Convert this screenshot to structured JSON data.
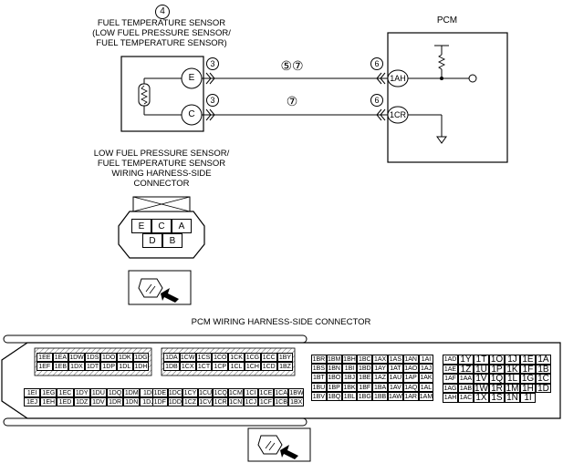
{
  "sensor": {
    "index_mark": "4",
    "label_lines": [
      "FUEL TEMPERATURE SENSOR",
      "(LOW FUEL PRESSURE SENSOR/",
      "FUEL TEMPERATURE SENSOR)"
    ],
    "terminal_top": "E",
    "terminal_bottom": "C",
    "connector_mark_top": "3",
    "connector_mark_bottom": "3"
  },
  "wires": {
    "top_marks": "⑤⑦",
    "bottom_mark": "⑦"
  },
  "pcm": {
    "title": "PCM",
    "connector_mark_top": "6",
    "connector_mark_bottom": "6",
    "terminal_top": "1AH",
    "terminal_bottom": "1CR"
  },
  "harness_connector": {
    "label_lines": [
      "LOW FUEL PRESSURE SENSOR/",
      "FUEL TEMPERATURE SENSOR",
      "WIRING HARNESS-SIDE",
      "CONNECTOR"
    ],
    "pins_top": [
      "E",
      "C",
      "A"
    ],
    "pins_bottom": [
      "D",
      "B"
    ]
  },
  "pcm_connector": {
    "title": "PCM WIRING HARNESS-SIDE CONNECTOR",
    "block1": {
      "rows": [
        [
          "1EE",
          "1EA",
          "1DW",
          "1DS",
          "1DO",
          "1DK",
          "1DG"
        ],
        [
          "1EF",
          "1EB",
          "1DX",
          "1DT",
          "1DP",
          "1DL",
          "1DH"
        ]
      ]
    },
    "block2": {
      "rows": [
        [
          "1DA",
          "1CW",
          "1CS",
          "1CO",
          "1CK",
          "1CG",
          "1CC",
          "1BY"
        ],
        [
          "1DB",
          "1CX",
          "1CT",
          "1CP",
          "1CL",
          "1CH",
          "1CD",
          "1BZ"
        ]
      ]
    },
    "block3": {
      "rows": [
        [
          "1EI",
          "1EG",
          "1EC",
          "1DY",
          "1DU",
          "1DQ",
          "1DM",
          "1DI"
        ],
        [
          "1EJ",
          "1EH",
          "1ED",
          "1DZ",
          "1DV",
          "1DR",
          "1DN",
          "1DJ"
        ]
      ]
    },
    "block4": {
      "rows": [
        [
          "1DE",
          "1DC",
          "1CY",
          "1CU",
          "1CQ",
          "1CM",
          "1CI",
          "1CE",
          "1CA",
          "1BW"
        ],
        [
          "1DF",
          "1DD",
          "1CZ",
          "1CV",
          "1CR",
          "1CN",
          "1CJ",
          "1CF",
          "1CB",
          "1BX"
        ]
      ]
    },
    "block5": {
      "rows": [
        [
          "1BR",
          "1BM",
          "1BH",
          "1BC",
          "1AX",
          "1AS",
          "1AN",
          "1AI"
        ],
        [
          "1BS",
          "1BN",
          "1BI",
          "1BD",
          "1AY",
          "1AT",
          "1AO",
          "1AJ"
        ],
        [
          "1BT",
          "1BO",
          "1BJ",
          "1BE",
          "1AZ",
          "1AU",
          "1AP",
          "1AK"
        ],
        [
          "1BU",
          "1BP",
          "1BK",
          "1BF",
          "1BA",
          "1AV",
          "1AQ",
          "1AL"
        ],
        [
          "1BV",
          "1BQ",
          "1BL",
          "1BG",
          "1BB",
          "1AW",
          "1AR",
          "1AM"
        ]
      ]
    },
    "block6": {
      "rows": [
        [
          "1AD",
          "1Y",
          "1T",
          "1O",
          "1J",
          "1E",
          "1A"
        ],
        [
          "1AE",
          "1Z",
          "1U",
          "1P",
          "1K",
          "1F",
          "1B"
        ],
        [
          "1AF",
          "1AA",
          "1V",
          "1Q",
          "1L",
          "1G",
          "1C"
        ],
        [
          "1AG",
          "1AB",
          "1W",
          "1R",
          "1M",
          "1H",
          "1D"
        ],
        [
          "1AH",
          "1AC",
          "1X",
          "1S",
          "1N",
          "1I",
          ""
        ]
      ]
    }
  }
}
